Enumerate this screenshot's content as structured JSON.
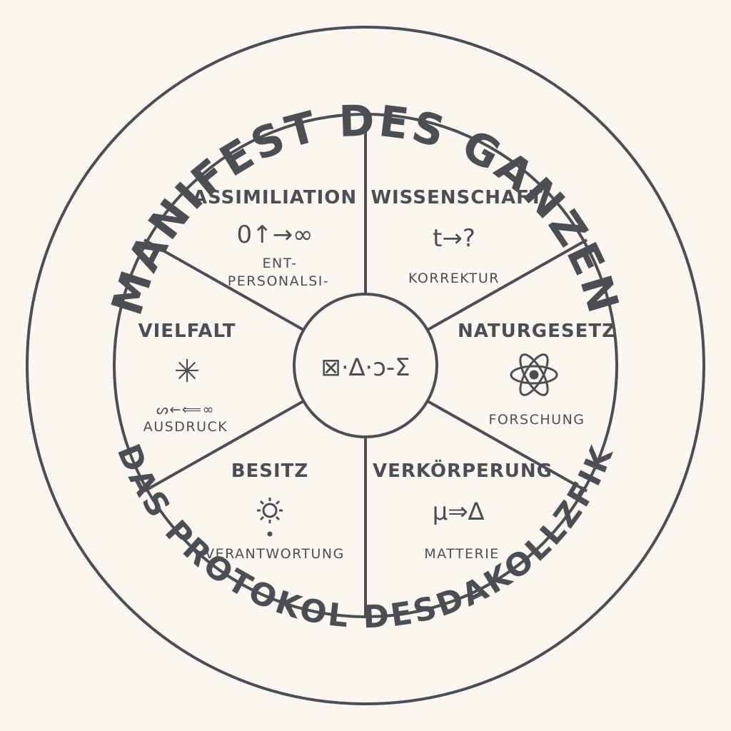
{
  "title": "MANIFEST DES GANZEN",
  "footer": "DAS PROTOKOL DESDAKOLLZFIK",
  "center": {
    "symbols": "⊠·∆·ↄ-Σ",
    "icon": "center-glyph-icon"
  },
  "colors": {
    "stroke": "#4b4f54",
    "background": "#fbf7f0"
  },
  "segments": [
    {
      "heading": "ASSIMILIATION",
      "symbol": "0↑→∞",
      "caption_line1": "ENT-",
      "caption_line2": "PERSONALSI-",
      "icon": "arrow-infinity-icon"
    },
    {
      "heading": "WISSENSCHAFT",
      "symbol": "t→?",
      "caption_line1": "KORREKTUR",
      "icon": "question-arrow-icon"
    },
    {
      "heading": "NATURGESETZ",
      "caption_line1": "FORSCHUNG",
      "icon": "atom-icon"
    },
    {
      "heading": "VERKÖRPERUNG",
      "symbol": "μ⇒∆",
      "caption_line1": "MATTERIE",
      "icon": "mu-triangle-icon"
    },
    {
      "heading": "BESITZ",
      "caption_line1": "VERANTWORTUNG",
      "icon": "sun-gear-icon"
    },
    {
      "heading": "VIELFALT",
      "symbol": "✳",
      "caption_line1": "ᔕ←⟸∞",
      "caption_line2": "AUSDRUCK",
      "icon": "asterisk-icon"
    }
  ]
}
